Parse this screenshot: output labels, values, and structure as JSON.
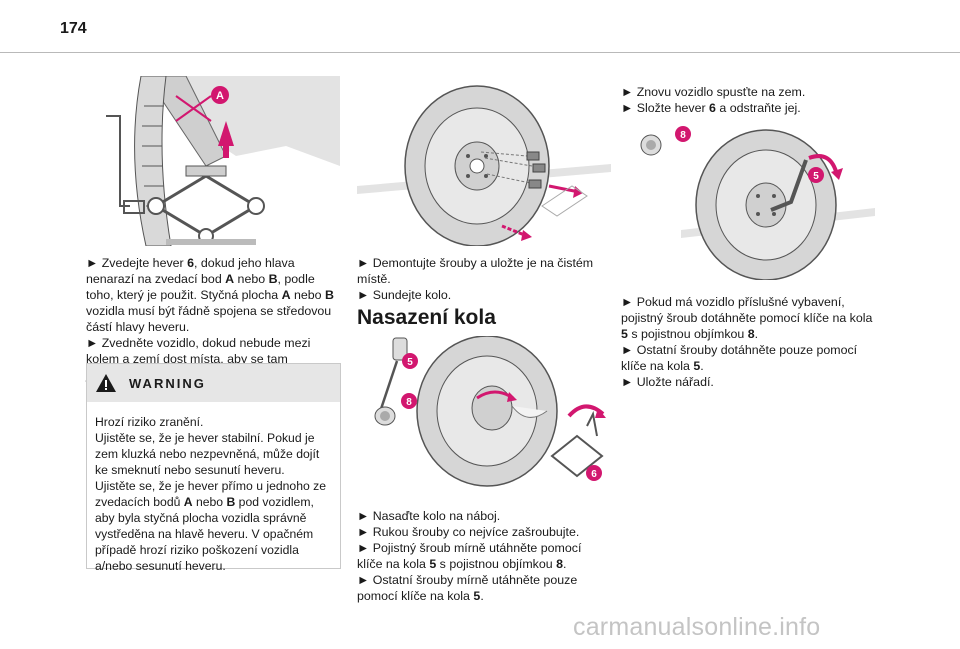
{
  "page_number": "174",
  "col1": {
    "steps": [
      [
        "► Zvedejte hever ",
        "6",
        ", dokud jeho hlava nenarazí na zvedací bod ",
        "A",
        " nebo ",
        "B",
        ", podle toho, který je použit. Styčná plocha ",
        "A",
        " nebo ",
        "B",
        " vozidla musí být řádně spojena se středovou částí hlavy heveru."
      ],
      [
        "► Zvedněte vozidlo, dokud nebude mezi kolem a zemí dost místa, aby se tam jednoduše vešla rezerva (nepíchnutá)."
      ]
    ],
    "warning": {
      "title": "WARNING",
      "icon": "warning-triangle-icon",
      "lines": [
        "Hrozí riziko zranění.",
        "Ujistěte se, že je hever stabilní. Pokud je zem kluzká nebo nezpevněná, může dojít ke smeknutí nebo sesunutí heveru.",
        [
          "Ujistěte se, že je hever přímo u jednoho ze zvedacích bodů ",
          "A",
          " nebo ",
          "B",
          " pod vozidlem, aby byla styčná plocha vozidla správně vystředěna na hlavě heveru. V opačném případě hrozí riziko poškození vozidla a/nebo sesunutí heveru."
        ]
      ]
    }
  },
  "col2": {
    "steps_top": [
      "► Demontujte šrouby a uložte je na čistém místě.",
      "► Sundejte kolo."
    ],
    "heading": "Nasazení kola",
    "steps_bottom": [
      "► Nasaďte kolo na náboj.",
      "► Rukou šrouby co nejvíce zašroubujte.",
      [
        "► Pojistný šroub mírně utáhněte pomocí klíče na kola ",
        "5",
        " s pojistnou objímkou ",
        "8",
        "."
      ],
      [
        "► Ostatní šrouby mírně utáhněte pouze pomocí klíče na kola ",
        "5",
        "."
      ]
    ]
  },
  "col3": {
    "steps_top": [
      "► Znovu vozidlo spusťte na zem.",
      [
        "► Složte hever ",
        "6",
        " a odstraňte jej."
      ]
    ],
    "steps_bottom": [
      [
        "► Pokud má vozidlo příslušné vybavení, pojistný šroub dotáhněte pomocí klíče na kola ",
        "5",
        " s pojistnou objímkou ",
        "8",
        "."
      ],
      [
        "► Ostatní šrouby dotáhněte pouze pomocí klíče na kola ",
        "5",
        "."
      ],
      "► Uložte nářadí."
    ]
  },
  "callouts": {
    "fig1": [
      "A"
    ],
    "fig3": [
      "5",
      "8",
      "6"
    ],
    "fig4": [
      "8",
      "5"
    ]
  },
  "colors": {
    "callout": "#d2176f",
    "rule": "#b9b9b9",
    "warning_bg": "#e6e6e6"
  },
  "watermark": "carmanualsonline.info"
}
